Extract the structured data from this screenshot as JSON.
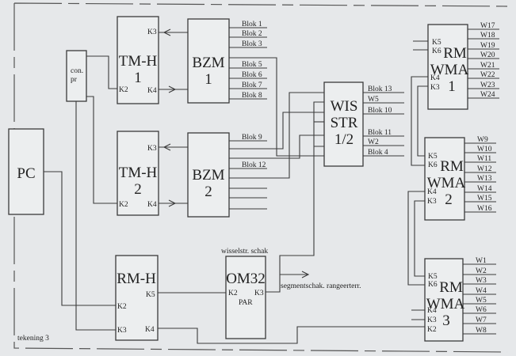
{
  "drawing_label": "tekening 3",
  "blocks": {
    "pc": {
      "title": "PC"
    },
    "conpr": {
      "line1": "con.",
      "line2": "pr"
    },
    "tmh1": {
      "line1": "TM-H",
      "line2": "1",
      "ports": {
        "k3": "K3",
        "k2": "K2",
        "k4": "K4"
      }
    },
    "tmh2": {
      "line1": "TM-H",
      "line2": "2",
      "ports": {
        "k3": "K3",
        "k2": "K2",
        "k4": "K4"
      }
    },
    "rmh": {
      "line1": "RM-H",
      "ports": {
        "k5": "K5",
        "k2": "K2",
        "k3": "K3",
        "k4": "K4"
      }
    },
    "bzm1": {
      "line1": "BZM",
      "line2": "1",
      "outputs": [
        "Blok 1",
        "Blok 2",
        "Blok 3",
        "",
        "Blok 5",
        "Blok 6",
        "Blok 7",
        "Blok 8"
      ]
    },
    "bzm2": {
      "line1": "BZM",
      "line2": "2",
      "outputs": [
        "Blok 9",
        "",
        "",
        "Blok 12",
        "",
        "",
        "",
        ""
      ]
    },
    "wis": {
      "line1": "WIS",
      "line2": "STR",
      "line3": "1/2",
      "outputs": [
        "Blok 13",
        "W5",
        "Blok 10",
        "Blok 11",
        "W2",
        "Blok 4"
      ]
    },
    "om32": {
      "title": "OM32",
      "sub": "PAR",
      "top_label": "wisselstr. schak",
      "ports": {
        "k2": "K2",
        "k3": "K3"
      },
      "out_label": "segmentschak. rangeerterr."
    },
    "rmwma1": {
      "line1": "RM",
      "line2": "WMA",
      "line3": "1",
      "ports": {
        "k5": "K5",
        "k6": "K6",
        "k4": "K4",
        "k3": "K3"
      },
      "outputs": [
        "W17",
        "W18",
        "W19",
        "W20",
        "W21",
        "W22",
        "W23",
        "W24"
      ]
    },
    "rmwma2": {
      "line1": "RM",
      "line2": "WMA",
      "line3": "2",
      "ports": {
        "k5": "K5",
        "k6": "K6",
        "k4": "K4",
        "k3": "K3"
      },
      "outputs": [
        "W9",
        "W10",
        "W11",
        "W12",
        "W13",
        "W14",
        "W15",
        "W16"
      ]
    },
    "rmwma3": {
      "line1": "RM",
      "line2": "WMA",
      "line3": "3",
      "ports": {
        "k5": "K5",
        "k6": "K6",
        "k4": "K4",
        "k3": "K3",
        "k2": "K2"
      },
      "outputs": [
        "W1",
        "W2",
        "W3",
        "W4",
        "W5",
        "W6",
        "W7",
        "W8"
      ]
    }
  }
}
